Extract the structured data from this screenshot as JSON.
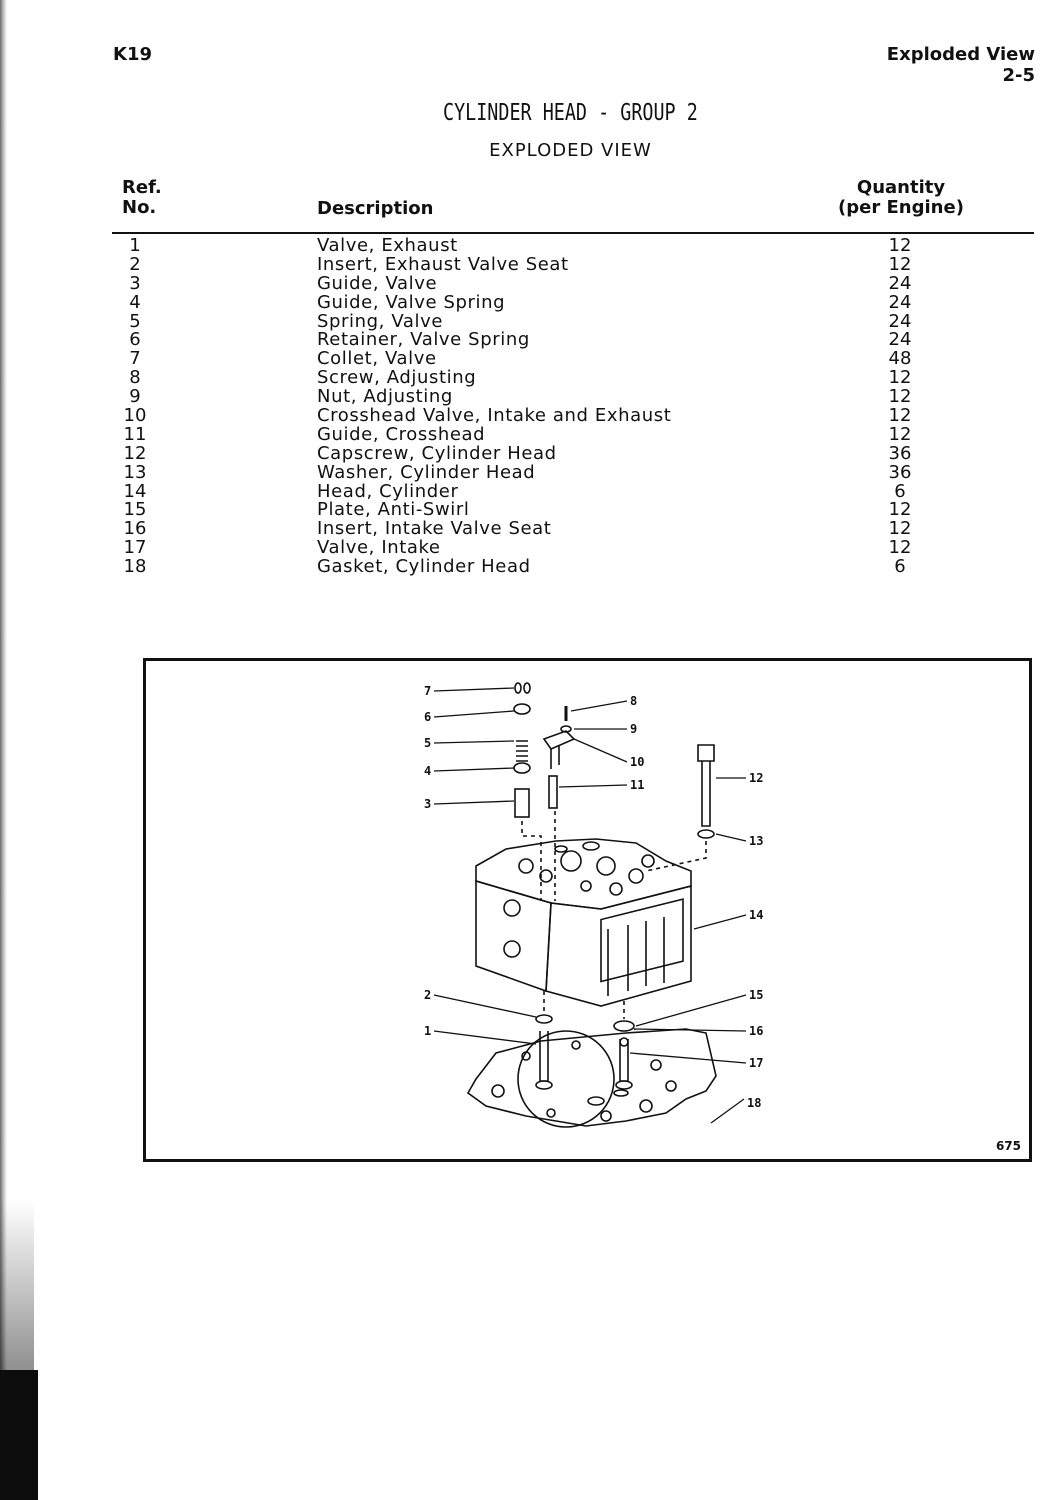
{
  "header": {
    "left": "K19",
    "right_line1": "Exploded View",
    "right_line2": "2-5"
  },
  "title": "CYLINDER HEAD - GROUP 2",
  "subtitle": "EXPLODED VIEW",
  "columns": {
    "ref_line1": "Ref.",
    "ref_line2": "No.",
    "description": "Description",
    "qty_line1": "Quantity",
    "qty_line2": "(per Engine)"
  },
  "parts": [
    {
      "no": "1",
      "desc": "Valve, Exhaust",
      "qty": "12"
    },
    {
      "no": "2",
      "desc": "Insert, Exhaust Valve Seat",
      "qty": "12"
    },
    {
      "no": "3",
      "desc": "Guide, Valve",
      "qty": "24"
    },
    {
      "no": "4",
      "desc": "Guide, Valve Spring",
      "qty": "24"
    },
    {
      "no": "5",
      "desc": "Spring, Valve",
      "qty": "24"
    },
    {
      "no": "6",
      "desc": "Retainer, Valve Spring",
      "qty": "24"
    },
    {
      "no": "7",
      "desc": "Collet, Valve",
      "qty": "48"
    },
    {
      "no": "8",
      "desc": "Screw, Adjusting",
      "qty": "12"
    },
    {
      "no": "9",
      "desc": "Nut, Adjusting",
      "qty": "12"
    },
    {
      "no": "10",
      "desc": "Crosshead Valve, Intake and Exhaust",
      "qty": "12"
    },
    {
      "no": "11",
      "desc": "Guide, Crosshead",
      "qty": "12"
    },
    {
      "no": "12",
      "desc": "Capscrew, Cylinder Head",
      "qty": "36"
    },
    {
      "no": "13",
      "desc": "Washer, Cylinder Head",
      "qty": "36"
    },
    {
      "no": "14",
      "desc": "Head, Cylinder",
      "qty": "6"
    },
    {
      "no": "15",
      "desc": "Plate, Anti-Swirl",
      "qty": "12"
    },
    {
      "no": "16",
      "desc": "Insert, Intake Valve Seat",
      "qty": "12"
    },
    {
      "no": "17",
      "desc": "Valve, Intake",
      "qty": "12"
    },
    {
      "no": "18",
      "desc": "Gasket, Cylinder Head",
      "qty": "6"
    }
  ],
  "figure": {
    "number": "675",
    "callouts": [
      "1",
      "2",
      "3",
      "4",
      "5",
      "6",
      "7",
      "8",
      "9",
      "10",
      "11",
      "12",
      "13",
      "14",
      "15",
      "16",
      "17",
      "18"
    ]
  }
}
